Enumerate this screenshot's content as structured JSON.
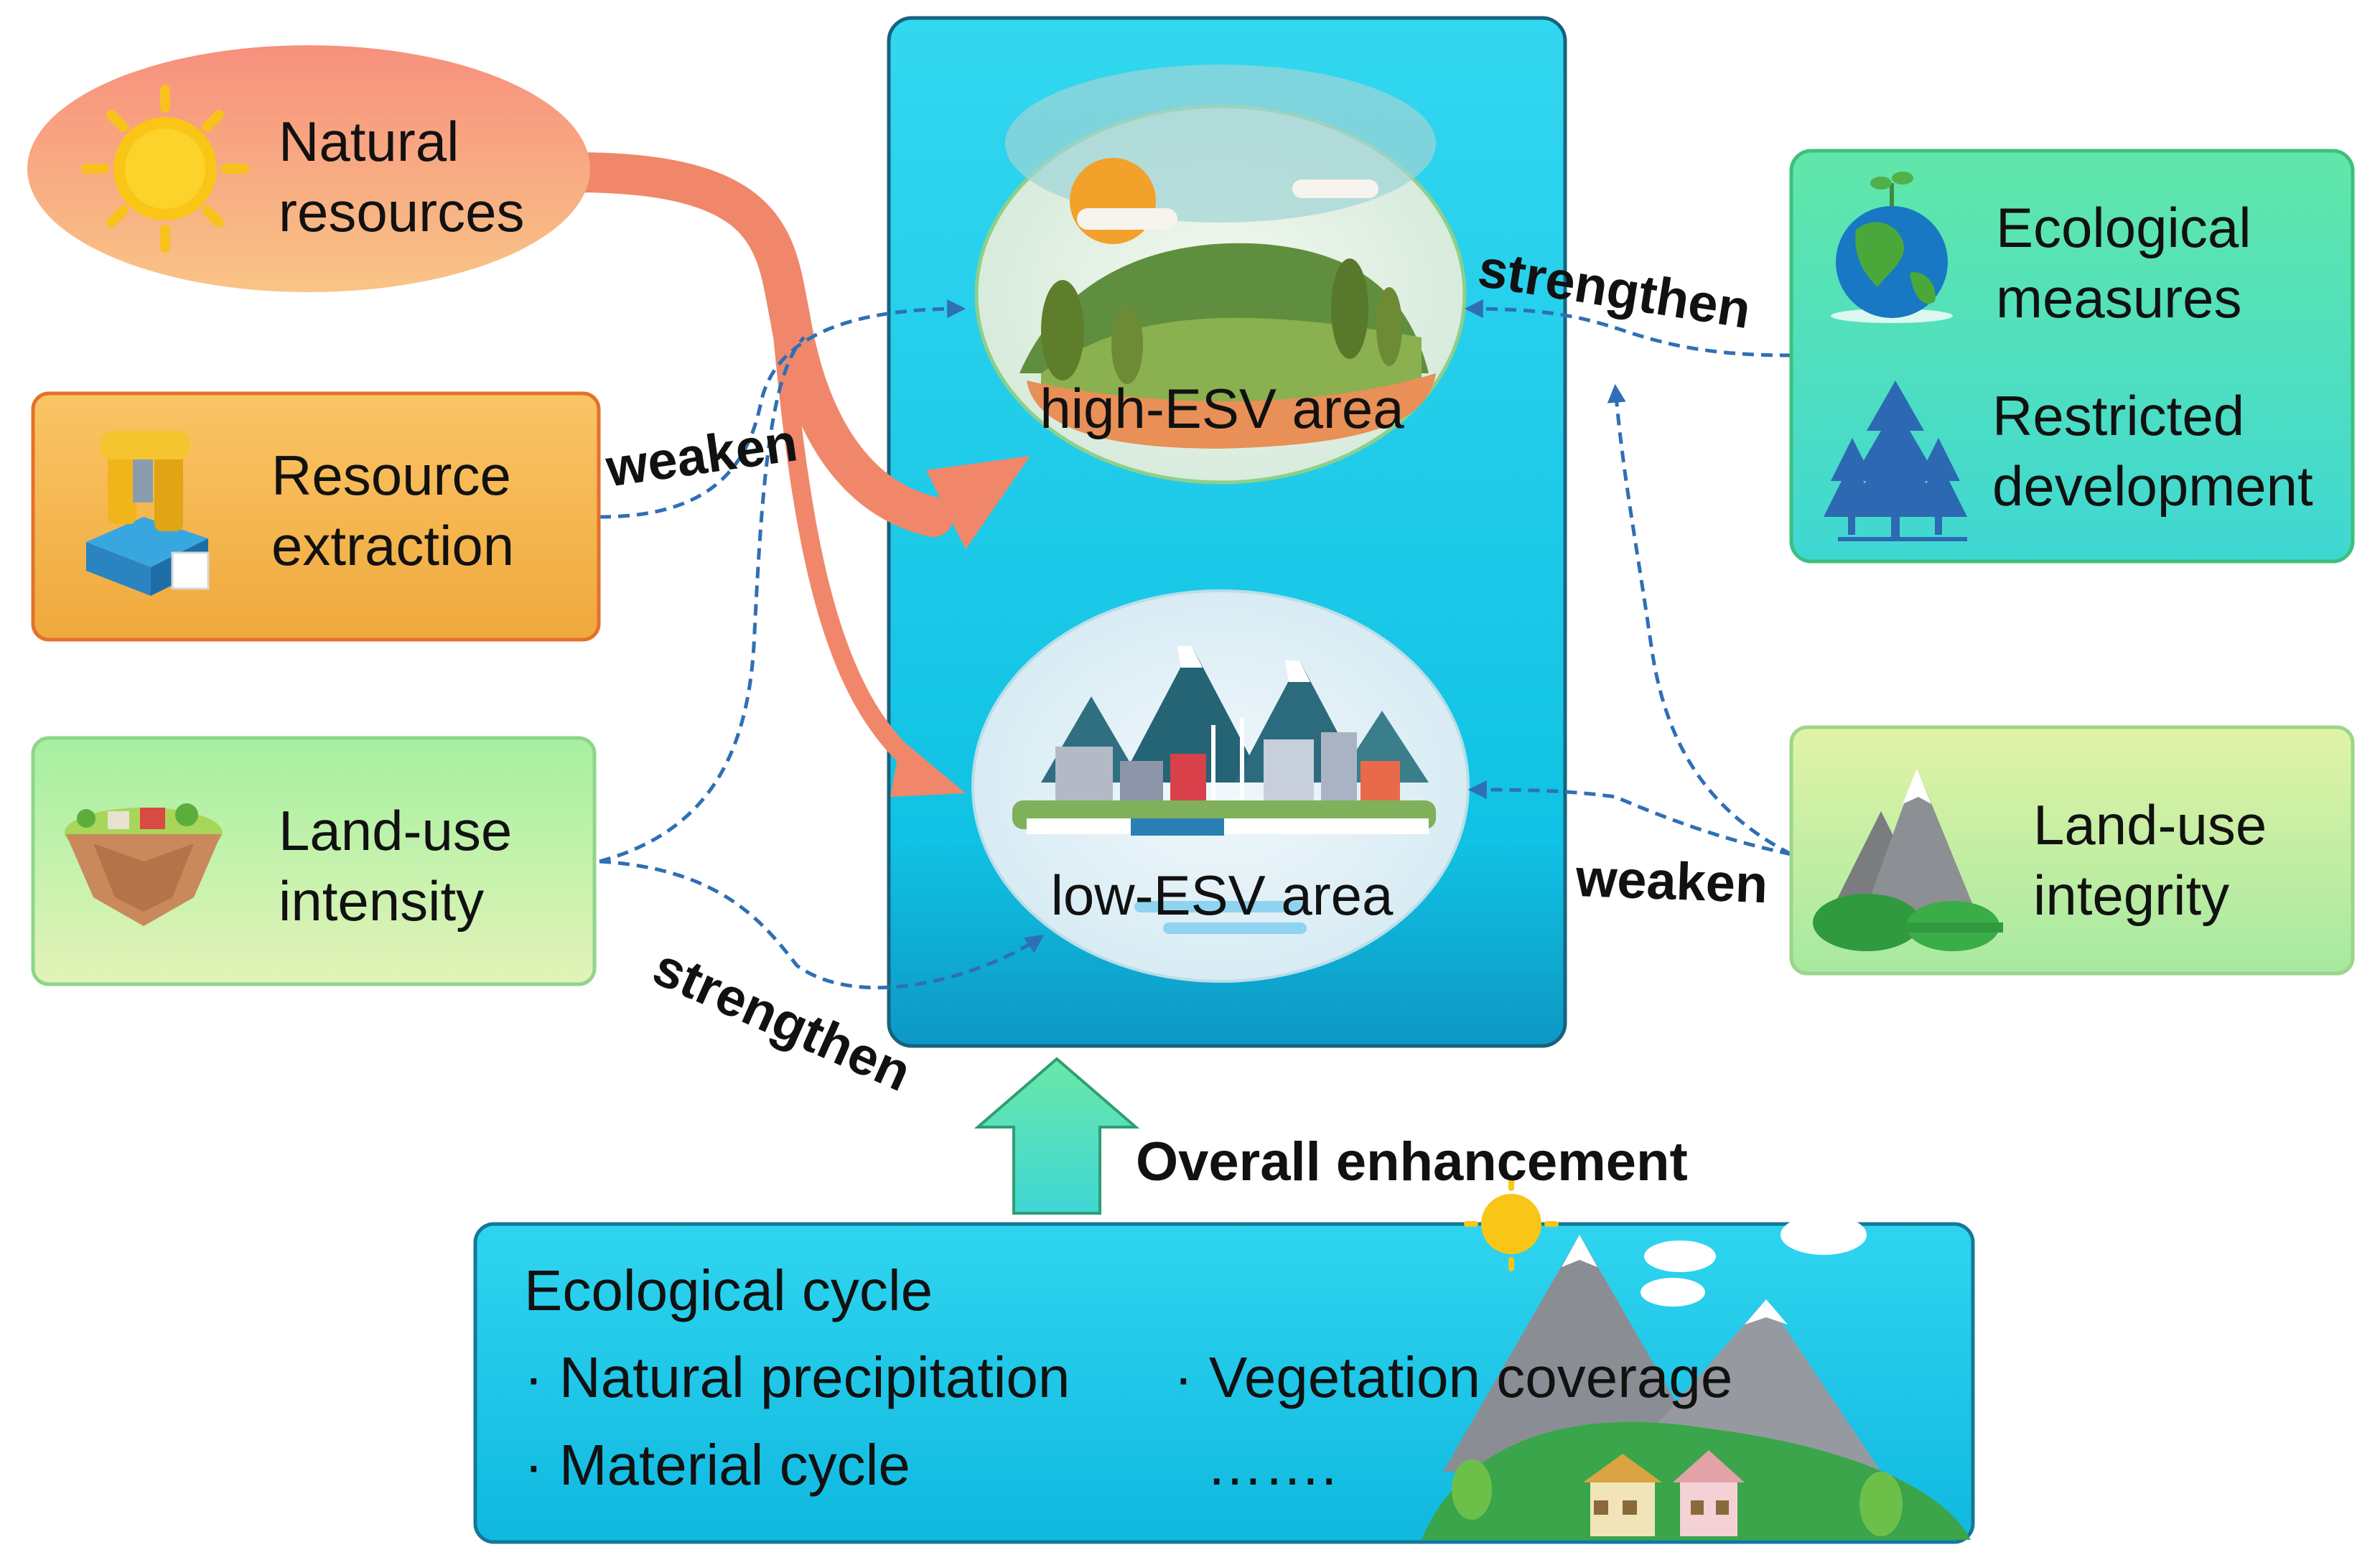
{
  "left_factors": {
    "natural_resources": {
      "line1": "Natural",
      "line2": "resources",
      "icon": "sun-icon"
    },
    "resource_extraction": {
      "line1": "Resource",
      "line2": "extraction",
      "icon": "mining-machine-icon"
    },
    "land_use_intensity": {
      "line1": "Land-use",
      "line2": "intensity",
      "icon": "floating-land-icon"
    }
  },
  "right_factors": {
    "ecological_measures": {
      "line1": "Ecological",
      "line2": "measures",
      "icon": "earth-icon"
    },
    "restricted_development": {
      "line1": "Restricted",
      "line2": "development",
      "icon": "pine-trees-icon"
    },
    "land_use_integrity": {
      "line1": "Land-use",
      "line2": "integrity",
      "icon": "mountain-icon"
    }
  },
  "center": {
    "high_area": "high-ESV area",
    "low_area": "low-ESV area"
  },
  "relations": {
    "weaken_left": "weaken",
    "strengthen_left": "strengthen",
    "strengthen_right": "strengthen",
    "weaken_right": "weaken",
    "overall": "Overall enhancement"
  },
  "eco_cycle": {
    "title": "Ecological cycle",
    "items": [
      "· Natural precipitation",
      "· Material cycle",
      "· Vegetation coverage",
      "……."
    ]
  },
  "colors": {
    "center_panel": "#10c6e6",
    "dashed_arrow": "#2f6fb5",
    "salmon_arrow": "#f0876a",
    "enhancement_arrow": "#5ee6a6"
  }
}
